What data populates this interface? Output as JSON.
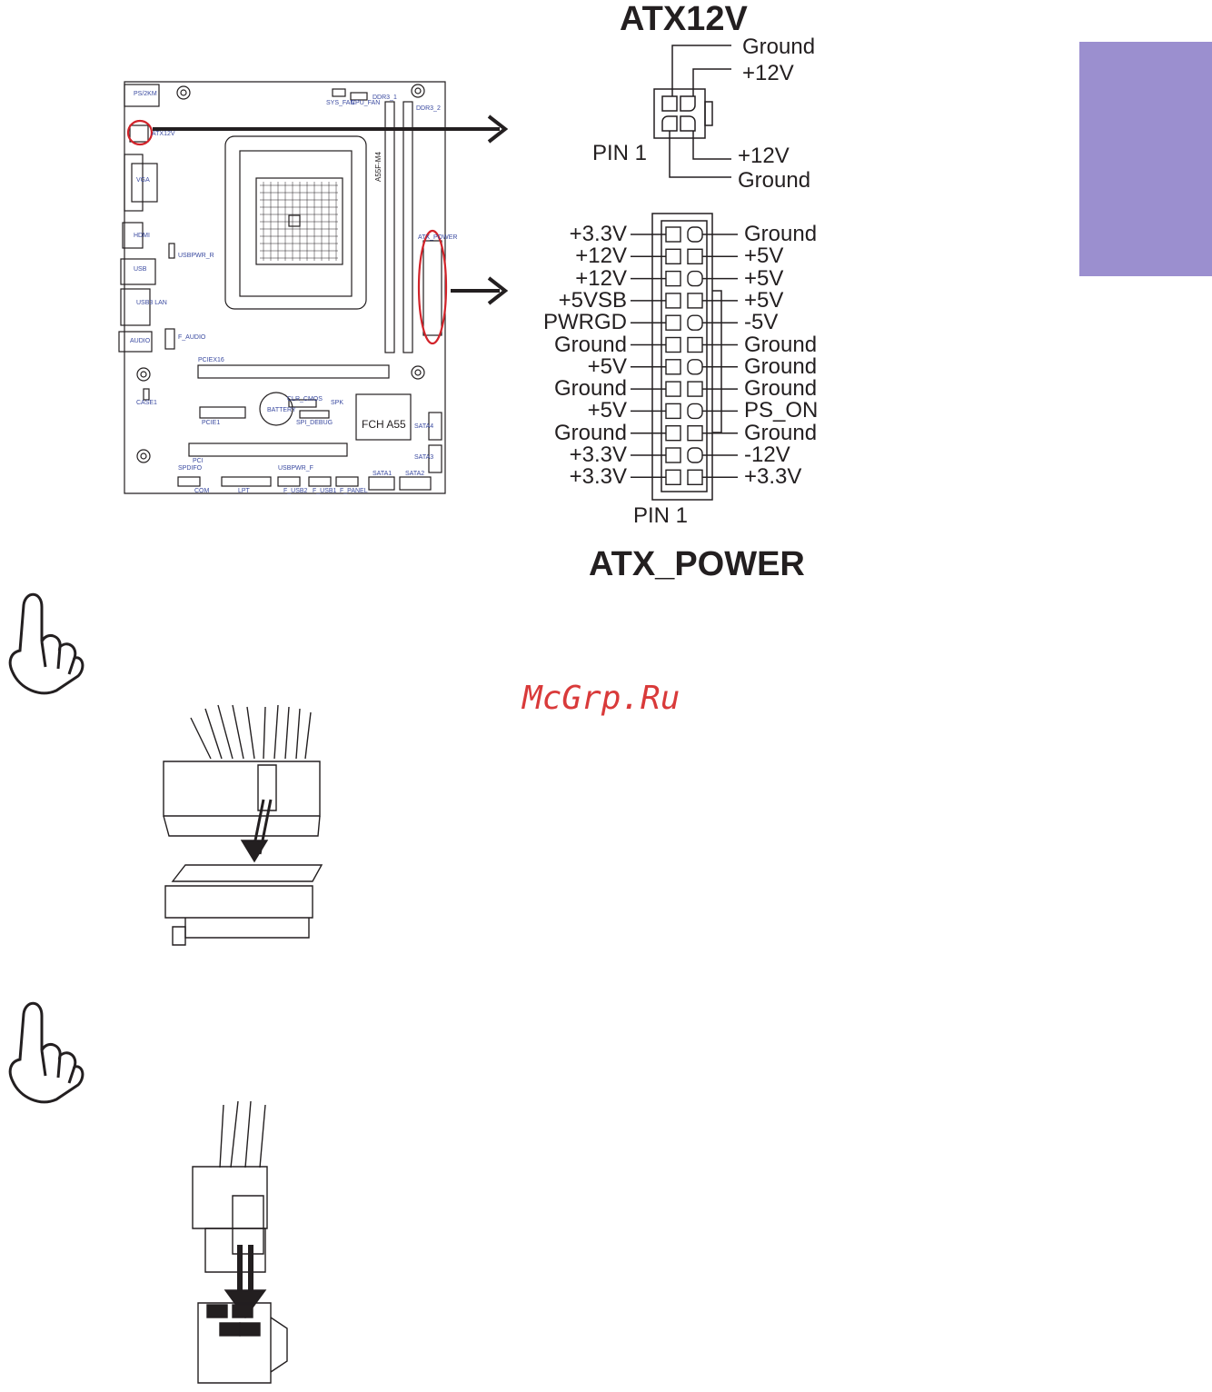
{
  "atx12v": {
    "title": "ATX12V",
    "pins": [
      {
        "label": "Ground"
      },
      {
        "label": "+12V"
      },
      {
        "label": "+12V"
      },
      {
        "label": "Ground"
      }
    ],
    "pin1_label": "PIN 1"
  },
  "atx_power": {
    "title": "ATX_POWER",
    "left_pins": [
      "+3.3V",
      "+12V",
      "+12V",
      "+5VSB",
      "PWRGD",
      "Ground",
      "+5V",
      "Ground",
      "+5V",
      "Ground",
      "+3.3V",
      "+3.3V"
    ],
    "right_pins": [
      "Ground",
      "+5V",
      "+5V",
      "+5V",
      "-5V",
      "Ground",
      "Ground",
      "Ground",
      "PS_ON",
      "Ground",
      "-12V",
      "+3.3V"
    ],
    "pin1_label": "PIN 1"
  },
  "board": {
    "chip_label": "FCH A55",
    "model_label": "A55F-M4",
    "connectors": {
      "ps2": "PS/2KM",
      "atx12v": "ATX12V",
      "vga": "VGA",
      "hdmi": "HDMI",
      "usb": "USB",
      "usb_lan": "USB3 LAN",
      "audio": "AUDIO",
      "usbpwr_r": "USBPWR_R",
      "f_audio": "F_AUDIO",
      "pciex16": "PCIEX16",
      "pcie1": "PCIE1",
      "battery": "BATTERY",
      "clr_cmos": "CLR_CMOS",
      "spk": "SPK",
      "spi_debug": "SPI_DEBUG",
      "pci": "PCI",
      "spdifo": "SPDIFO",
      "usbpwr_f": "USBPWR_F",
      "com": "COM",
      "lpt": "LPT",
      "f_usb2": "F_USB2",
      "f_usb1": "F_USB1",
      "f_panel": "F_PANEL",
      "sata1": "SATA1",
      "sata2": "SATA2",
      "sata3": "SATA3",
      "sata4": "SATA4",
      "case1": "CASE1",
      "sys_fan": "SYS_FAN",
      "cpu_fan": "CPU_FAN",
      "ddr3_1": "DDR3_1",
      "ddr3_2": "DDR3_2",
      "atx_power": "ATX_POWER"
    }
  },
  "watermark": "McGrp.Ru",
  "colors": {
    "tab": "#9b8fcf",
    "highlight": "#d2232a",
    "ink": "#231f20",
    "board_text": "#3a4aa0"
  }
}
